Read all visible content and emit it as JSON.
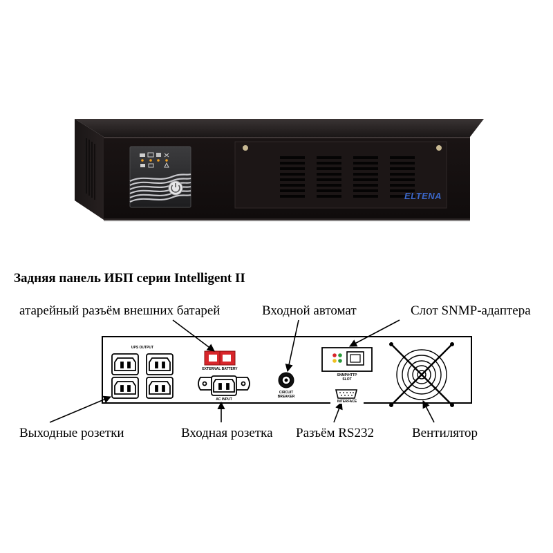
{
  "section_title": "Задняя панель ИБП серии Intelligent II",
  "callouts": {
    "battery_connector": "атарейный разъём внешних батарей",
    "input_breaker": "Входной автомат",
    "snmp_slot": "Слот SNMP-адаптера",
    "output_sockets": "Выходные розетки",
    "input_socket": "Входная розетка",
    "rs232_port": "Разъём RS232",
    "fan": "Вентилятор"
  },
  "panel_markings": {
    "ups_output": "UPS OUTPUT",
    "external_battery": "EXTERNAL BATTERY",
    "ac_input": "AC INPUT",
    "circuit_breaker_line1": "CIRCUIT",
    "circuit_breaker_line2": "BREAKER",
    "snmp_slot_line1": "SNMP/HTTP",
    "snmp_slot_line2": "SLOT",
    "interface": "INTERFACE"
  },
  "brand": "ELTENA",
  "colors": {
    "chassis": "#141010",
    "brand_blue": "#3b67c8",
    "battery_connector_red": "#d8262b",
    "led_amber": "#f0a020"
  },
  "icons": {
    "power_button": "power-icon",
    "status_leds": "status-led-icons",
    "fan_grille": "fan-guard-icon"
  }
}
